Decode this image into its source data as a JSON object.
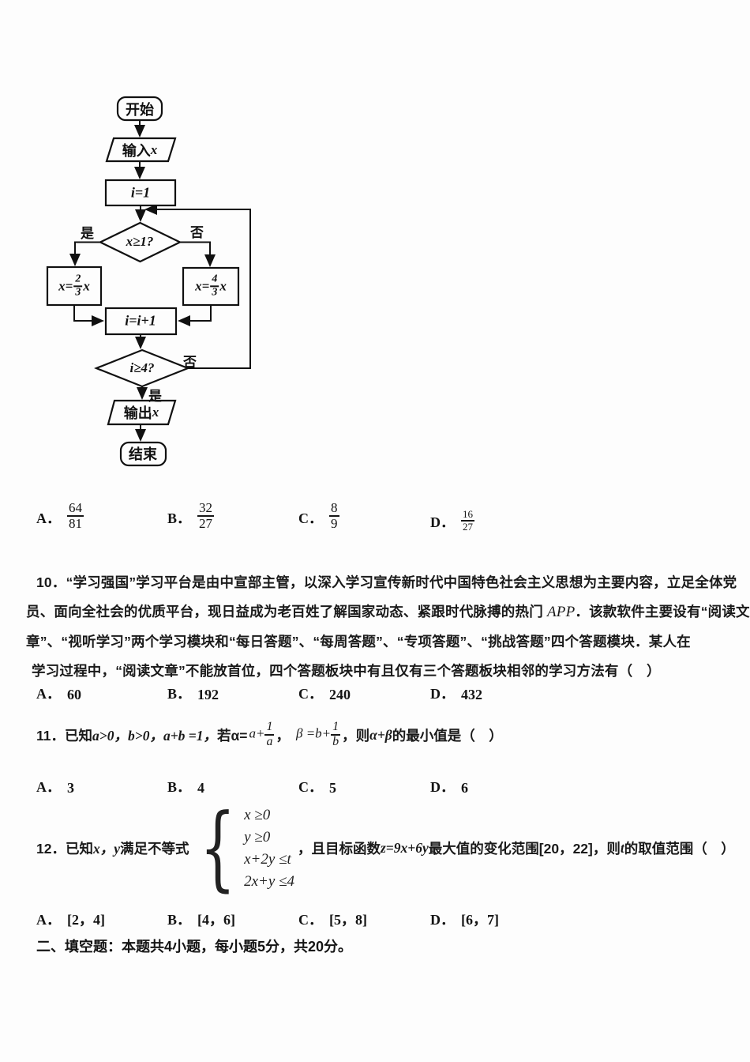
{
  "page": {
    "background": "#fdfdfd",
    "ink": "#161616"
  },
  "flowchart": {
    "start_label": "开始",
    "input_cn": "输入",
    "input_var": "x",
    "init_label": "i=1",
    "decision1_label": "x≥1?",
    "decision1_yes": "是",
    "decision1_no": "否",
    "assign_left": {
      "pre": "x=",
      "num": "2",
      "den": "3",
      "post": "x"
    },
    "assign_right": {
      "pre": "x=",
      "num": "4",
      "den": "3",
      "post": "x"
    },
    "increment_label": "i=i+1",
    "decision2_label": "i≥4?",
    "decision2_no": "否",
    "decision2_yes": "是",
    "output_cn": "输出",
    "output_var": "x",
    "end_label": "结束"
  },
  "q9": {
    "options": [
      {
        "label": "A．",
        "num": "64",
        "den": "81"
      },
      {
        "label": "B．",
        "num": "32",
        "den": "27"
      },
      {
        "label": "C．",
        "num": "8",
        "den": "9"
      },
      {
        "label": "D．",
        "num": "16",
        "den": "27"
      }
    ]
  },
  "q10": {
    "line1": "10．“学习强国”学习平台是由中宣部主管，以深入学习宣传新时代中国特色社会主义思想为主要内容，立足全体党",
    "line2a": "员、面向全社会的优质平台，现日益成为老百姓了解国家动态、紧跟时代脉搏的热门 ",
    "line2b": "APP",
    "line2c": "．该款软件主要设有“阅读文",
    "line3": "章”、“视听学习”两个学习模块和“每日答题”、“每周答题”、“专项答题”、“挑战答题”四个答题模块．某人在",
    "line4": "学习过程中，“阅读文章”不能放首位，四个答题板块中有且仅有三个答题板块相邻的学习方法有（　）",
    "options": [
      {
        "label": "A．",
        "value": "60"
      },
      {
        "label": "B．",
        "value": "192"
      },
      {
        "label": "C．",
        "value": "240"
      },
      {
        "label": "D．",
        "value": "432"
      }
    ]
  },
  "q11": {
    "prefix": "11．已知",
    "cond": "a>0，b>0，a+b =1，",
    "alpha_intro": "若α=",
    "frac1": {
      "pre": "a+",
      "num": "1",
      "den": "a"
    },
    "comma1": "，",
    "frac2": {
      "pre": "β =b+",
      "num": "1",
      "den": "b"
    },
    "mid": "，则",
    "expr": "α+β",
    "suffix": "的最小值是（　）",
    "options": [
      {
        "label": "A．",
        "value": "3"
      },
      {
        "label": "B．",
        "value": "4"
      },
      {
        "label": "C．",
        "value": "5"
      },
      {
        "label": "D．",
        "value": "6"
      }
    ]
  },
  "q12": {
    "prefix": "12．已知",
    "vars": "x，y",
    "mid1": "满足不等式",
    "brace": "{",
    "system": [
      "x ≥0",
      "y ≥0",
      "x+2y ≤t",
      "2x+y ≤4"
    ],
    "mid2": "，且目标函数",
    "objective": "z=9x+6y",
    "mid3": "最大值的变化范围[20，22]，则",
    "tvar": "t",
    "suffix": "的取值范围（　）",
    "options": [
      {
        "label": "A．",
        "value": "[2，4]"
      },
      {
        "label": "B．",
        "value": "[4，6]"
      },
      {
        "label": "C．",
        "value": "[5，8]"
      },
      {
        "label": "D．",
        "value": "[6，7]"
      }
    ]
  },
  "section2": {
    "title": "二、填空题：本题共4小题，每小题5分，共20分。"
  }
}
